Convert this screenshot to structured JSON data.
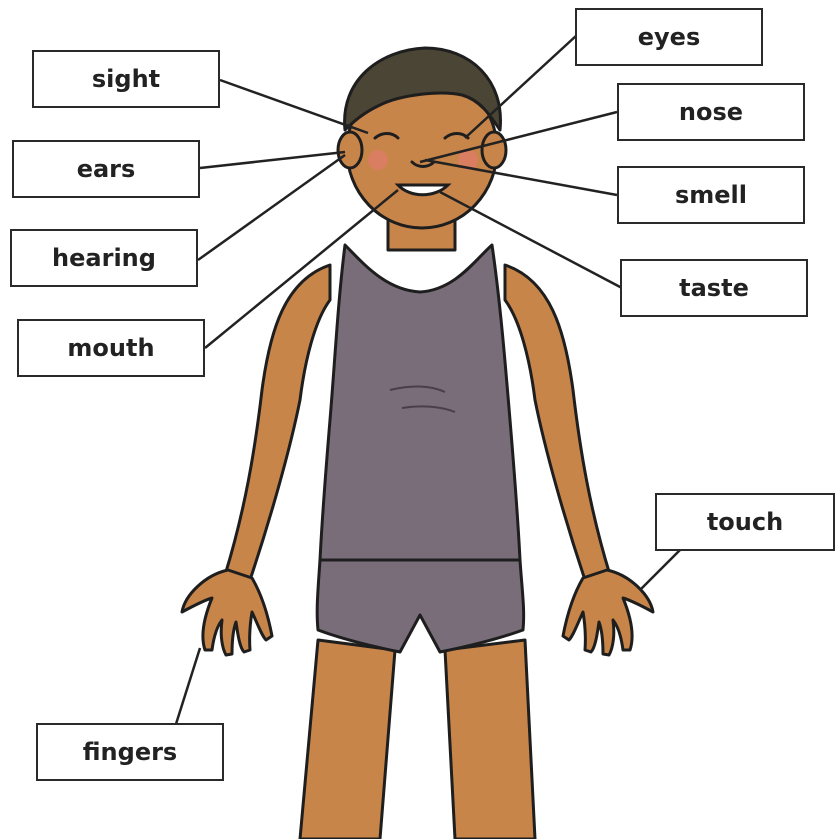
{
  "labels": {
    "sight": "sight",
    "ears": "ears",
    "hearing": "hearing",
    "mouth": "mouth",
    "eyes": "eyes",
    "nose": "nose",
    "smell": "smell",
    "taste": "taste",
    "touch": "touch",
    "fingers": "fingers"
  },
  "colors": {
    "skin": "#c8854a",
    "vest": "#7a6d7a",
    "hair": "#4a4534",
    "outline": "#1e1e1e",
    "cheek": "#e07a6a"
  }
}
